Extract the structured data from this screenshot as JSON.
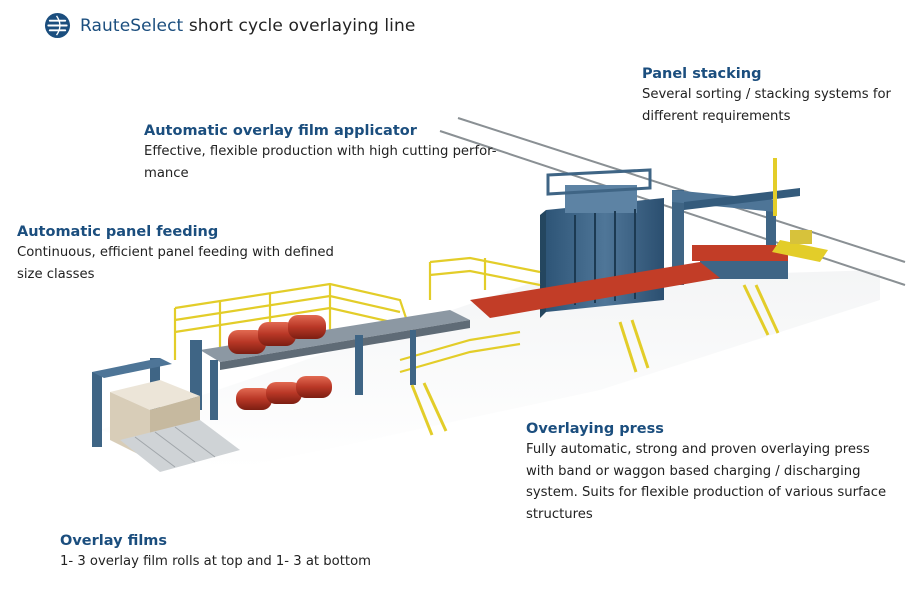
{
  "header": {
    "title_brand": "RauteSelect",
    "title_rest": " short cycle overlaying line",
    "logo_icon": "raute-globe-icon"
  },
  "colors": {
    "heading": "#1b4e7e",
    "frame": "#3f6585",
    "railing": "#e3cd29",
    "roll": "#b93726",
    "rail": "#8a9094"
  },
  "callouts": {
    "panel_stacking": {
      "title": "Panel stacking",
      "desc": "Several  sorting / stacking systems for different requirements"
    },
    "film_applicator": {
      "title": "Automatic overlay film applicator",
      "desc": "Effective, flexible production with high cutting perfor-mance"
    },
    "panel_feeding": {
      "title": "Automatic panel feeding",
      "desc": "Continuous, efficient panel feeding with defined size classes"
    },
    "overlaying_press": {
      "title": "Overlaying press",
      "desc": "Fully automatic, strong and proven overlaying press with band or waggon based charging / discharging system. Suits for flexible production of various surface structures"
    },
    "overlay_films": {
      "title": "Overlay films",
      "desc": "1- 3 overlay film rolls at top and 1- 3 at bottom"
    }
  }
}
